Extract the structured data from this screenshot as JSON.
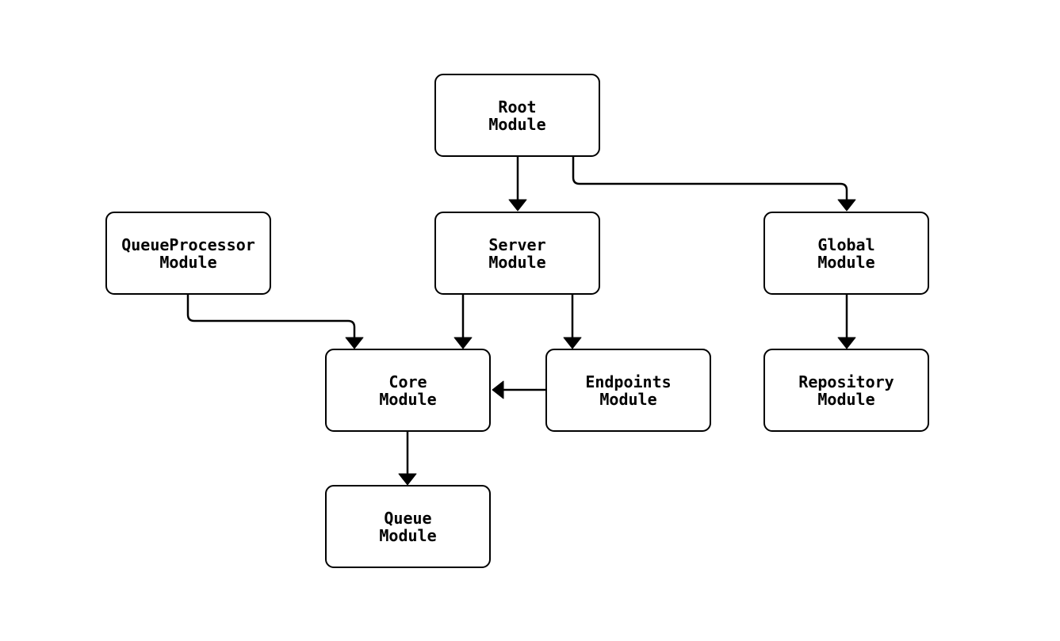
{
  "diagram": {
    "type": "module-dependency-flowchart",
    "colors": {
      "background": "#ffffff",
      "node_fill": "#ffffff",
      "stroke": "#000000",
      "text": "#000000"
    },
    "nodes": {
      "root": {
        "line1": "Root",
        "line2": "Module"
      },
      "queueprocessor": {
        "line1": "QueueProcessor",
        "line2": "Module"
      },
      "server": {
        "line1": "Server",
        "line2": "Module"
      },
      "global": {
        "line1": "Global",
        "line2": "Module"
      },
      "core": {
        "line1": "Core",
        "line2": "Module"
      },
      "endpoints": {
        "line1": "Endpoints",
        "line2": "Module"
      },
      "repository": {
        "line1": "Repository",
        "line2": "Module"
      },
      "queue": {
        "line1": "Queue",
        "line2": "Module"
      }
    },
    "edges": [
      {
        "from": "Root Module",
        "to": "Server Module"
      },
      {
        "from": "Root Module",
        "to": "Global Module"
      },
      {
        "from": "QueueProcessor Module",
        "to": "Core Module"
      },
      {
        "from": "Server Module",
        "to": "Core Module"
      },
      {
        "from": "Server Module",
        "to": "Endpoints Module"
      },
      {
        "from": "Endpoints Module",
        "to": "Core Module"
      },
      {
        "from": "Global Module",
        "to": "Repository Module"
      },
      {
        "from": "Core Module",
        "to": "Queue Module"
      }
    ]
  }
}
